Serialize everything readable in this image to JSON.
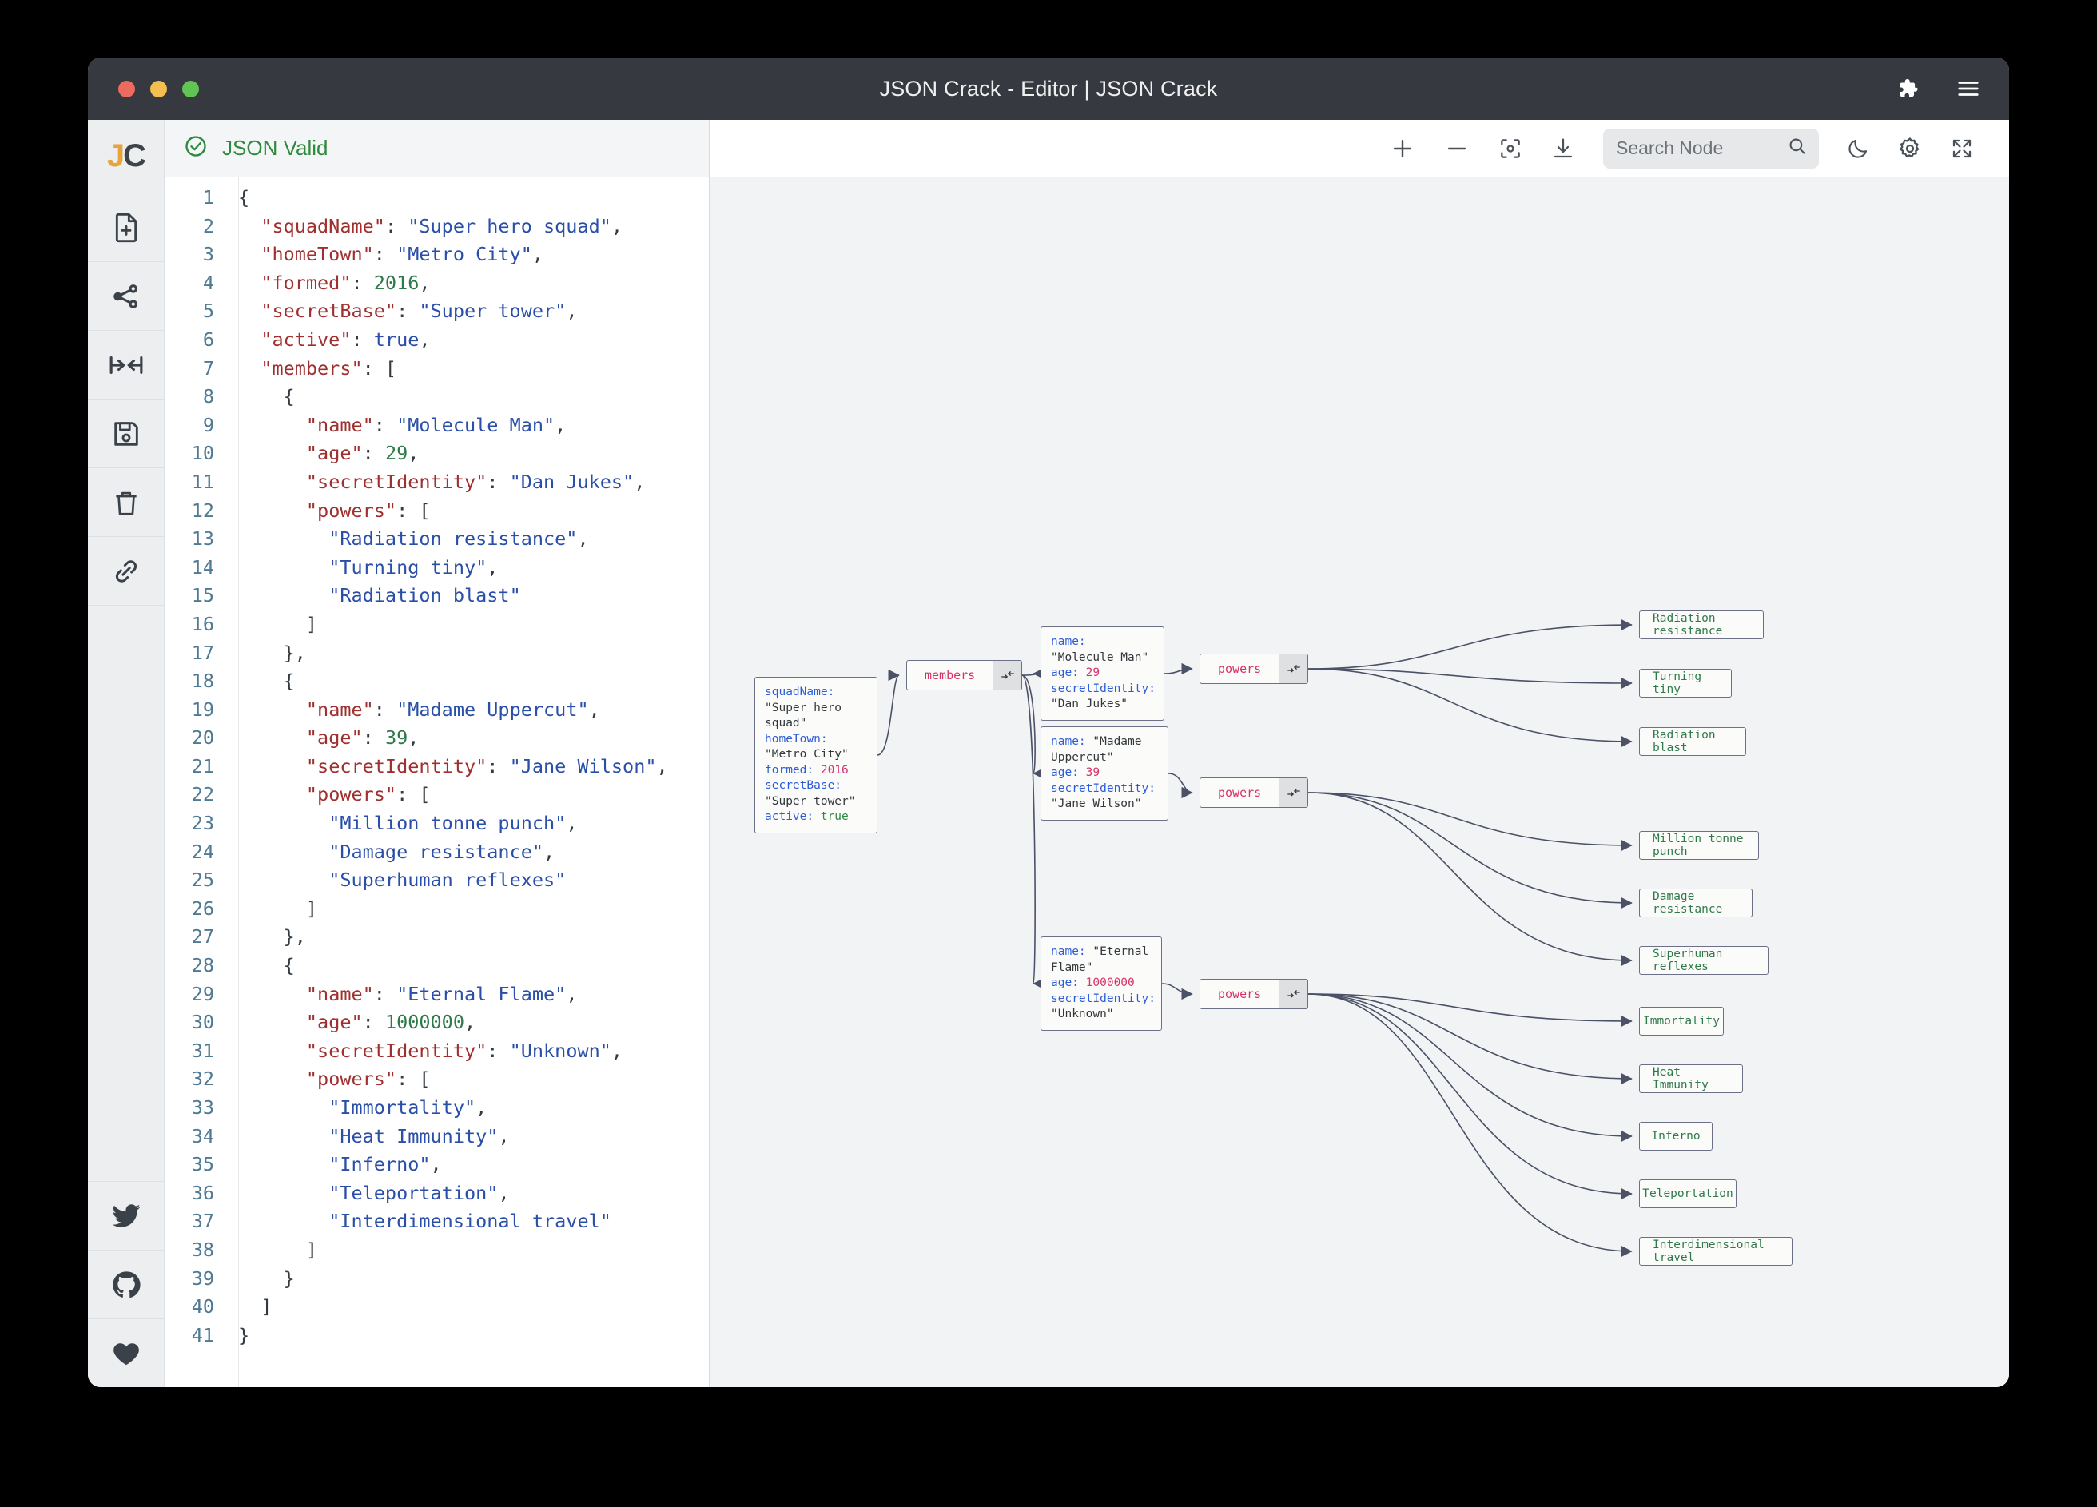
{
  "window": {
    "title": "JSON Crack - Editor | JSON Crack",
    "traffic": {
      "close": "close-button",
      "minimize": "minimize-button",
      "zoom": "zoom-button"
    },
    "right_controls": [
      {
        "name": "extensions-icon",
        "label": "Extensions"
      },
      {
        "name": "menu-icon",
        "label": "Menu"
      }
    ]
  },
  "rail": {
    "logo": {
      "j": "J",
      "c": "C"
    },
    "items": [
      {
        "name": "new-document-icon",
        "label": "New Document"
      },
      {
        "name": "share-graph-icon",
        "label": "Share"
      },
      {
        "name": "collapse-arrows-icon",
        "label": "Collapse"
      },
      {
        "name": "save-icon",
        "label": "Save"
      },
      {
        "name": "trash-icon",
        "label": "Delete"
      },
      {
        "name": "link-icon",
        "label": "Link"
      }
    ],
    "bottom_items": [
      {
        "name": "twitter-icon",
        "label": "Twitter"
      },
      {
        "name": "github-icon",
        "label": "GitHub"
      },
      {
        "name": "heart-icon",
        "label": "Sponsor"
      }
    ]
  },
  "editor": {
    "status": {
      "text": "JSON Valid",
      "icon": "check-circle-icon",
      "color": "#2f8a3f"
    },
    "lines": [
      {
        "n": 1,
        "tokens": [
          {
            "t": "p",
            "v": "{"
          }
        ]
      },
      {
        "n": 2,
        "tokens": [
          {
            "t": "ind",
            "v": "  "
          },
          {
            "t": "k",
            "v": "\"squadName\""
          },
          {
            "t": "p",
            "v": ": "
          },
          {
            "t": "s",
            "v": "\"Super hero squad\""
          },
          {
            "t": "p",
            "v": ","
          }
        ]
      },
      {
        "n": 3,
        "tokens": [
          {
            "t": "ind",
            "v": "  "
          },
          {
            "t": "k",
            "v": "\"homeTown\""
          },
          {
            "t": "p",
            "v": ": "
          },
          {
            "t": "s",
            "v": "\"Metro City\""
          },
          {
            "t": "p",
            "v": ","
          }
        ]
      },
      {
        "n": 4,
        "tokens": [
          {
            "t": "ind",
            "v": "  "
          },
          {
            "t": "k",
            "v": "\"formed\""
          },
          {
            "t": "p",
            "v": ": "
          },
          {
            "t": "n",
            "v": "2016"
          },
          {
            "t": "p",
            "v": ","
          }
        ]
      },
      {
        "n": 5,
        "tokens": [
          {
            "t": "ind",
            "v": "  "
          },
          {
            "t": "k",
            "v": "\"secretBase\""
          },
          {
            "t": "p",
            "v": ": "
          },
          {
            "t": "s",
            "v": "\"Super tower\""
          },
          {
            "t": "p",
            "v": ","
          }
        ]
      },
      {
        "n": 6,
        "tokens": [
          {
            "t": "ind",
            "v": "  "
          },
          {
            "t": "k",
            "v": "\"active\""
          },
          {
            "t": "p",
            "v": ": "
          },
          {
            "t": "b",
            "v": "true"
          },
          {
            "t": "p",
            "v": ","
          }
        ]
      },
      {
        "n": 7,
        "tokens": [
          {
            "t": "ind",
            "v": "  "
          },
          {
            "t": "k",
            "v": "\"members\""
          },
          {
            "t": "p",
            "v": ": ["
          }
        ]
      },
      {
        "n": 8,
        "tokens": [
          {
            "t": "ind",
            "v": "   "
          },
          {
            "t": "p",
            "v": " {"
          }
        ]
      },
      {
        "n": 9,
        "tokens": [
          {
            "t": "ind",
            "v": "     "
          },
          {
            "t": "k",
            "v": " \"name\""
          },
          {
            "t": "p",
            "v": ": "
          },
          {
            "t": "s",
            "v": "\"Molecule Man\""
          },
          {
            "t": "p",
            "v": ","
          }
        ]
      },
      {
        "n": 10,
        "tokens": [
          {
            "t": "ind",
            "v": "     "
          },
          {
            "t": "k",
            "v": " \"age\""
          },
          {
            "t": "p",
            "v": ": "
          },
          {
            "t": "n",
            "v": "29"
          },
          {
            "t": "p",
            "v": ","
          }
        ]
      },
      {
        "n": 11,
        "tokens": [
          {
            "t": "ind",
            "v": "     "
          },
          {
            "t": "k",
            "v": " \"secretIdentity\""
          },
          {
            "t": "p",
            "v": ": "
          },
          {
            "t": "s",
            "v": "\"Dan Jukes\""
          },
          {
            "t": "p",
            "v": ","
          }
        ]
      },
      {
        "n": 12,
        "tokens": [
          {
            "t": "ind",
            "v": "     "
          },
          {
            "t": "k",
            "v": " \"powers\""
          },
          {
            "t": "p",
            "v": ": ["
          }
        ]
      },
      {
        "n": 13,
        "tokens": [
          {
            "t": "ind",
            "v": "       "
          },
          {
            "t": "s",
            "v": " \"Radiation resistance\""
          },
          {
            "t": "p",
            "v": ","
          }
        ]
      },
      {
        "n": 14,
        "tokens": [
          {
            "t": "ind",
            "v": "       "
          },
          {
            "t": "s",
            "v": " \"Turning tiny\""
          },
          {
            "t": "p",
            "v": ","
          }
        ]
      },
      {
        "n": 15,
        "tokens": [
          {
            "t": "ind",
            "v": "       "
          },
          {
            "t": "s",
            "v": " \"Radiation blast\""
          }
        ]
      },
      {
        "n": 16,
        "tokens": [
          {
            "t": "ind",
            "v": "     "
          },
          {
            "t": "p",
            "v": " ]"
          }
        ]
      },
      {
        "n": 17,
        "tokens": [
          {
            "t": "ind",
            "v": "   "
          },
          {
            "t": "p",
            "v": " },"
          }
        ]
      },
      {
        "n": 18,
        "tokens": [
          {
            "t": "ind",
            "v": "   "
          },
          {
            "t": "p",
            "v": " {"
          }
        ]
      },
      {
        "n": 19,
        "tokens": [
          {
            "t": "ind",
            "v": "     "
          },
          {
            "t": "k",
            "v": " \"name\""
          },
          {
            "t": "p",
            "v": ": "
          },
          {
            "t": "s",
            "v": "\"Madame Uppercut\""
          },
          {
            "t": "p",
            "v": ","
          }
        ]
      },
      {
        "n": 20,
        "tokens": [
          {
            "t": "ind",
            "v": "     "
          },
          {
            "t": "k",
            "v": " \"age\""
          },
          {
            "t": "p",
            "v": ": "
          },
          {
            "t": "n",
            "v": "39"
          },
          {
            "t": "p",
            "v": ","
          }
        ]
      },
      {
        "n": 21,
        "tokens": [
          {
            "t": "ind",
            "v": "     "
          },
          {
            "t": "k",
            "v": " \"secretIdentity\""
          },
          {
            "t": "p",
            "v": ": "
          },
          {
            "t": "s",
            "v": "\"Jane Wilson\""
          },
          {
            "t": "p",
            "v": ","
          }
        ]
      },
      {
        "n": 22,
        "tokens": [
          {
            "t": "ind",
            "v": "     "
          },
          {
            "t": "k",
            "v": " \"powers\""
          },
          {
            "t": "p",
            "v": ": ["
          }
        ]
      },
      {
        "n": 23,
        "tokens": [
          {
            "t": "ind",
            "v": "       "
          },
          {
            "t": "s",
            "v": " \"Million tonne punch\""
          },
          {
            "t": "p",
            "v": ","
          }
        ]
      },
      {
        "n": 24,
        "tokens": [
          {
            "t": "ind",
            "v": "       "
          },
          {
            "t": "s",
            "v": " \"Damage resistance\""
          },
          {
            "t": "p",
            "v": ","
          }
        ]
      },
      {
        "n": 25,
        "tokens": [
          {
            "t": "ind",
            "v": "       "
          },
          {
            "t": "s",
            "v": " \"Superhuman reflexes\""
          }
        ]
      },
      {
        "n": 26,
        "tokens": [
          {
            "t": "ind",
            "v": "     "
          },
          {
            "t": "p",
            "v": " ]"
          }
        ]
      },
      {
        "n": 27,
        "tokens": [
          {
            "t": "ind",
            "v": "   "
          },
          {
            "t": "p",
            "v": " },"
          }
        ]
      },
      {
        "n": 28,
        "tokens": [
          {
            "t": "ind",
            "v": "   "
          },
          {
            "t": "p",
            "v": " {"
          }
        ]
      },
      {
        "n": 29,
        "tokens": [
          {
            "t": "ind",
            "v": "     "
          },
          {
            "t": "k",
            "v": " \"name\""
          },
          {
            "t": "p",
            "v": ": "
          },
          {
            "t": "s",
            "v": "\"Eternal Flame\""
          },
          {
            "t": "p",
            "v": ","
          }
        ]
      },
      {
        "n": 30,
        "tokens": [
          {
            "t": "ind",
            "v": "     "
          },
          {
            "t": "k",
            "v": " \"age\""
          },
          {
            "t": "p",
            "v": ": "
          },
          {
            "t": "n",
            "v": "1000000"
          },
          {
            "t": "p",
            "v": ","
          }
        ]
      },
      {
        "n": 31,
        "tokens": [
          {
            "t": "ind",
            "v": "     "
          },
          {
            "t": "k",
            "v": " \"secretIdentity\""
          },
          {
            "t": "p",
            "v": ": "
          },
          {
            "t": "s",
            "v": "\"Unknown\""
          },
          {
            "t": "p",
            "v": ","
          }
        ]
      },
      {
        "n": 32,
        "tokens": [
          {
            "t": "ind",
            "v": "     "
          },
          {
            "t": "k",
            "v": " \"powers\""
          },
          {
            "t": "p",
            "v": ": ["
          }
        ]
      },
      {
        "n": 33,
        "tokens": [
          {
            "t": "ind",
            "v": "       "
          },
          {
            "t": "s",
            "v": " \"Immortality\""
          },
          {
            "t": "p",
            "v": ","
          }
        ]
      },
      {
        "n": 34,
        "tokens": [
          {
            "t": "ind",
            "v": "       "
          },
          {
            "t": "s",
            "v": " \"Heat Immunity\""
          },
          {
            "t": "p",
            "v": ","
          }
        ]
      },
      {
        "n": 35,
        "tokens": [
          {
            "t": "ind",
            "v": "       "
          },
          {
            "t": "s",
            "v": " \"Inferno\""
          },
          {
            "t": "p",
            "v": ","
          }
        ]
      },
      {
        "n": 36,
        "tokens": [
          {
            "t": "ind",
            "v": "       "
          },
          {
            "t": "s",
            "v": " \"Teleportation\""
          },
          {
            "t": "p",
            "v": ","
          }
        ]
      },
      {
        "n": 37,
        "tokens": [
          {
            "t": "ind",
            "v": "       "
          },
          {
            "t": "s",
            "v": " \"Interdimensional travel\""
          }
        ]
      },
      {
        "n": 38,
        "tokens": [
          {
            "t": "ind",
            "v": "     "
          },
          {
            "t": "p",
            "v": " ]"
          }
        ]
      },
      {
        "n": 39,
        "tokens": [
          {
            "t": "ind",
            "v": "   "
          },
          {
            "t": "p",
            "v": " }"
          }
        ]
      },
      {
        "n": 40,
        "tokens": [
          {
            "t": "ind",
            "v": "  "
          },
          {
            "t": "p",
            "v": "]"
          }
        ]
      },
      {
        "n": 41,
        "tokens": [
          {
            "t": "p",
            "v": "}"
          }
        ]
      }
    ]
  },
  "graph_toolbar": {
    "buttons": [
      {
        "name": "zoom-in-icon",
        "label": "Zoom In"
      },
      {
        "name": "zoom-out-icon",
        "label": "Zoom Out"
      },
      {
        "name": "center-view-icon",
        "label": "Center View"
      },
      {
        "name": "download-icon",
        "label": "Download"
      }
    ],
    "search": {
      "placeholder": "Search Node",
      "value": "",
      "icon": "search-icon"
    },
    "right_buttons": [
      {
        "name": "dark-mode-icon",
        "label": "Dark Mode"
      },
      {
        "name": "settings-gear-icon",
        "label": "Settings"
      },
      {
        "name": "fullscreen-icon",
        "label": "Fullscreen"
      }
    ]
  },
  "graph": {
    "root": {
      "rows": [
        {
          "key": "squadName",
          "value": "\"Super hero squad\"",
          "type": "string"
        },
        {
          "key": "homeTown",
          "value": "\"Metro City\"",
          "type": "string"
        },
        {
          "key": "formed",
          "value": "2016",
          "type": "number"
        },
        {
          "key": "secretBase",
          "value": "\"Super tower\"",
          "type": "string"
        },
        {
          "key": "active",
          "value": "true",
          "type": "bool"
        }
      ]
    },
    "members_node": {
      "label": "members",
      "button_icon": "collapse-arrows-icon"
    },
    "members": [
      {
        "rows": [
          {
            "key": "name",
            "value": "\"Molecule Man\"",
            "type": "string"
          },
          {
            "key": "age",
            "value": "29",
            "type": "number"
          },
          {
            "key": "secretIdentity",
            "value": "\"Dan Jukes\"",
            "type": "string"
          }
        ],
        "powers_label": "powers",
        "powers": [
          "Radiation resistance",
          "Turning tiny",
          "Radiation blast"
        ]
      },
      {
        "rows": [
          {
            "key": "name",
            "value": "\"Madame Uppercut\"",
            "type": "string"
          },
          {
            "key": "age",
            "value": "39",
            "type": "number"
          },
          {
            "key": "secretIdentity",
            "value": "\"Jane Wilson\"",
            "type": "string"
          }
        ],
        "powers_label": "powers",
        "powers": [
          "Million tonne punch",
          "Damage resistance",
          "Superhuman reflexes"
        ]
      },
      {
        "rows": [
          {
            "key": "name",
            "value": "\"Eternal Flame\"",
            "type": "string"
          },
          {
            "key": "age",
            "value": "1000000",
            "type": "number"
          },
          {
            "key": "secretIdentity",
            "value": "\"Unknown\"",
            "type": "string"
          }
        ],
        "powers_label": "powers",
        "powers": [
          "Immortality",
          "Heat Immunity",
          "Inferno",
          "Teleportation",
          "Interdimensional travel"
        ]
      }
    ],
    "colors": {
      "key": "#2b5cd9",
      "string": "#33383d",
      "number": "#d6336c",
      "bool": "#2f8a3f",
      "leaf": "#2f7a4a",
      "parent_label": "#d6336c",
      "node_border": "#6b7086",
      "edge": "#4b5166",
      "canvas_bg": "#f2f3f5"
    }
  }
}
